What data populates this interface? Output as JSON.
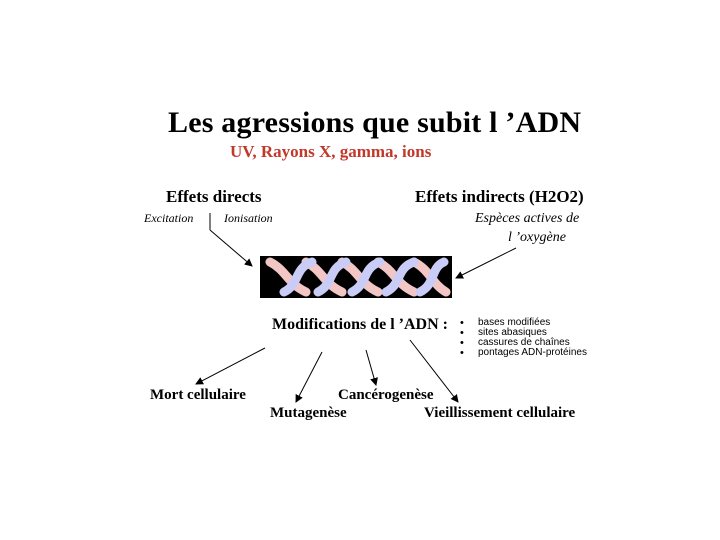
{
  "title": "Les agressions que subit l ’ADN",
  "subtitle": "UV, Rayons X, gamma, ions",
  "direct": {
    "label": "Effets directs",
    "sub1": "Excitation",
    "sub2": "Ionisation"
  },
  "indirect": {
    "label": "Effets indirects (H2O2)",
    "sub_line1": "Espèces actives de",
    "sub_line2": "l ’oxygène"
  },
  "modifications": {
    "label": "Modifications de l ’ADN :",
    "items": [
      "bases modifiées",
      "sites abasiques",
      "cassures de chaînes",
      "pontages ADN-protéines"
    ]
  },
  "outcomes": {
    "mort": "Mort cellulaire",
    "mutagenese": "Mutagenèse",
    "cancerogenese": "Cancérogenèse",
    "vieillissement": "Vieillissement cellulaire"
  },
  "colors": {
    "subtitle": "#c0392b",
    "dna_background": "#000000",
    "dna_strand_blue": "#c9ccf6",
    "dna_strand_pink": "#f3c6c6"
  },
  "icons": {
    "dna": "dna-double-helix-icon"
  }
}
